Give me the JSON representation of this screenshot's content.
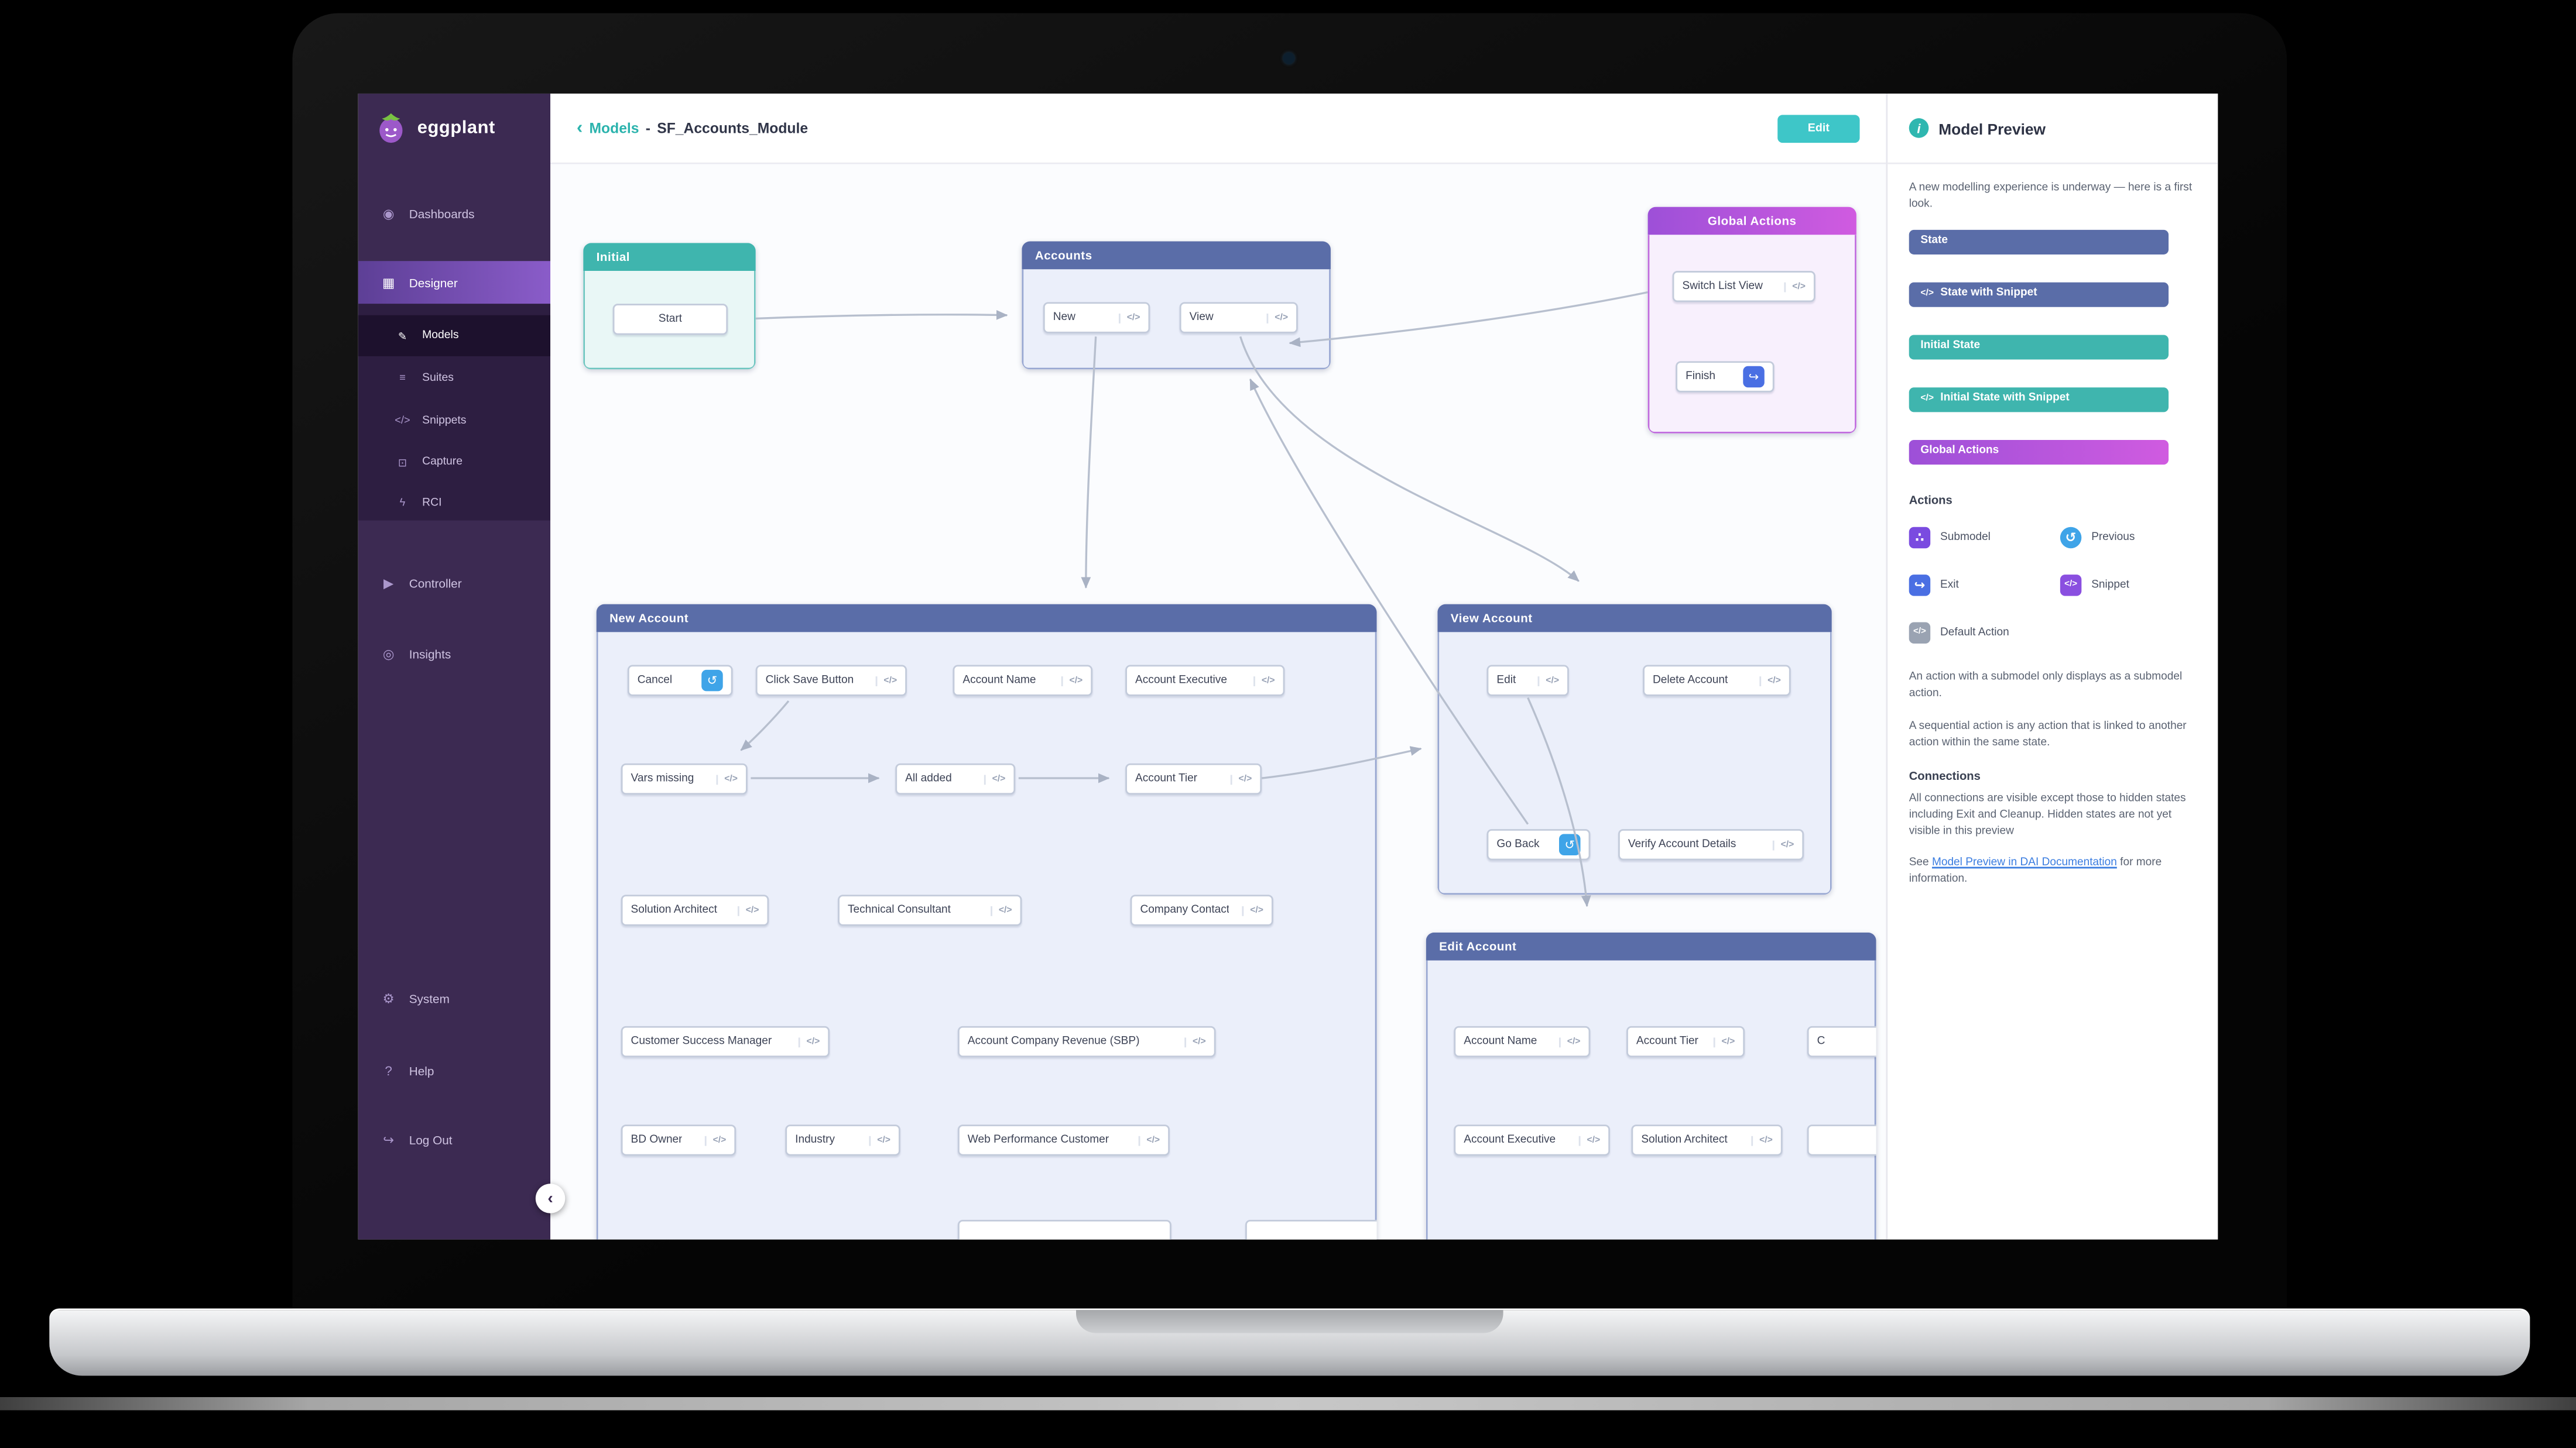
{
  "sidebar": {
    "logo": "eggplant",
    "items": [
      {
        "label": "Dashboards"
      },
      {
        "label": "Designer"
      },
      {
        "label": "Models"
      },
      {
        "label": "Suites"
      },
      {
        "label": "Snippets"
      },
      {
        "label": "Capture"
      },
      {
        "label": "RCI"
      },
      {
        "label": "Controller"
      },
      {
        "label": "Insights"
      },
      {
        "label": "System"
      },
      {
        "label": "Help"
      },
      {
        "label": "Log Out"
      }
    ]
  },
  "header": {
    "back": "Models",
    "separator": "-",
    "title": "SF_Accounts_Module",
    "edit_button": "Edit"
  },
  "canvas": {
    "states": [
      {
        "title": "Initial",
        "type": "initial",
        "actions": [
          {
            "label": "Start",
            "icon": "none"
          }
        ]
      },
      {
        "title": "Accounts",
        "type": "state",
        "actions": [
          {
            "label": "New",
            "icon": "snippet"
          },
          {
            "label": "View",
            "icon": "snippet"
          }
        ]
      },
      {
        "title": "Global Actions",
        "type": "global",
        "actions": [
          {
            "label": "Switch List View",
            "icon": "snippet"
          },
          {
            "label": "Finish",
            "icon": "exit"
          }
        ]
      },
      {
        "title": "New Account",
        "type": "state",
        "actions": [
          {
            "label": "Cancel",
            "icon": "previous"
          },
          {
            "label": "Click Save Button",
            "icon": "snippet"
          },
          {
            "label": "Account Name",
            "icon": "snippet"
          },
          {
            "label": "Account Executive",
            "icon": "snippet"
          },
          {
            "label": "Vars missing",
            "icon": "snippet"
          },
          {
            "label": "All added",
            "icon": "snippet"
          },
          {
            "label": "Account Tier",
            "icon": "snippet"
          },
          {
            "label": "Solution Architect",
            "icon": "snippet"
          },
          {
            "label": "Technical Consultant",
            "icon": "snippet"
          },
          {
            "label": "Company Contact",
            "icon": "snippet"
          },
          {
            "label": "Customer Success Manager",
            "icon": "snippet"
          },
          {
            "label": "Account Company Revenue (SBP)",
            "icon": "snippet"
          },
          {
            "label": "BD Owner",
            "icon": "snippet"
          },
          {
            "label": "Industry",
            "icon": "snippet"
          },
          {
            "label": "Web Performance Customer",
            "icon": "snippet"
          }
        ]
      },
      {
        "title": "View Account",
        "type": "state",
        "actions": [
          {
            "label": "Edit",
            "icon": "snippet"
          },
          {
            "label": "Delete Account",
            "icon": "snippet"
          },
          {
            "label": "Go Back",
            "icon": "previous"
          },
          {
            "label": "Verify Account Details",
            "icon": "snippet"
          }
        ]
      },
      {
        "title": "Edit Account",
        "type": "state",
        "actions": [
          {
            "label": "Account Name",
            "icon": "snippet"
          },
          {
            "label": "Account Tier",
            "icon": "snippet"
          },
          {
            "label": "C",
            "icon": "none"
          },
          {
            "label": "Account Executive",
            "icon": "snippet"
          },
          {
            "label": "Solution Architect",
            "icon": "snippet"
          }
        ]
      }
    ]
  },
  "preview": {
    "title": "Model Preview",
    "intro": "A new modelling experience is underway — here is a first look.",
    "legend": [
      {
        "label": "State"
      },
      {
        "label": "State with Snippet"
      },
      {
        "label": "Initial State"
      },
      {
        "label": "Initial State with Snippet"
      },
      {
        "label": "Global Actions"
      }
    ],
    "actions_heading": "Actions",
    "action_types": [
      {
        "label": "Submodel"
      },
      {
        "label": "Previous"
      },
      {
        "label": "Exit"
      },
      {
        "label": "Snippet"
      },
      {
        "label": "Default Action"
      }
    ],
    "note_submodel": "An action with a submodel only displays as a submodel action.",
    "note_sequential": "A sequential action is any action that is linked to another action within the same state.",
    "connections_heading": "Connections",
    "note_connections": "All connections are visible except those to hidden states including Exit and Cleanup. Hidden states are not yet visible in this preview",
    "see_prefix": "See ",
    "see_link": "Model Preview in DAI Documentation",
    "see_suffix": " for more information."
  },
  "icons": {
    "snippet": "</>",
    "previous": "↺",
    "exit": "↪",
    "submodel": "∴",
    "default_action": "</>",
    "info": "i",
    "chevron_left": "‹",
    "dashboards": "◉",
    "designer": "▦",
    "models": "✎",
    "suites": "≡",
    "snippets": "</>",
    "capture": "⊡",
    "rci": "ϟ",
    "controller": "▶",
    "insights": "◎",
    "system": "⚙",
    "help": "?",
    "logout": "↪"
  },
  "colors": {
    "teal_accent": "#3fb5ae",
    "state_blue": "#5a6da8",
    "global_purple": "#b44fd8",
    "sidebar_purple": "#3c2a52",
    "edit_button_teal": "#3ec6c8"
  }
}
